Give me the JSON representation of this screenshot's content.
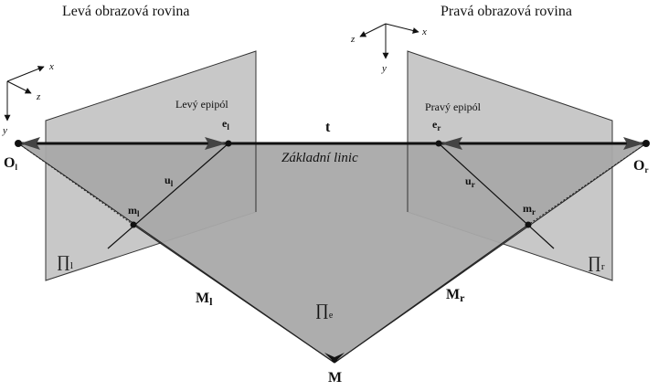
{
  "titles": {
    "left_plane": "Levá obrazová rovina",
    "right_plane": "Pravá obrazová rovina"
  },
  "labels": {
    "left_epipole_caption": "Levý epipól",
    "right_epipole_caption": "Pravý epipól",
    "baseline_vector": "t",
    "baseline_caption": "Základní linic",
    "left_center": "O",
    "left_center_sub": "l",
    "right_center": "O",
    "right_center_sub": "r",
    "left_epipole": "e",
    "left_epipole_sub": "l",
    "right_epipole": "e",
    "right_epipole_sub": "r",
    "left_u": "u",
    "left_u_sub": "l",
    "right_u": "u",
    "right_u_sub": "r",
    "left_m": "m",
    "left_m_sub": "l",
    "right_m": "m",
    "right_m_sub": "r",
    "left_plane_symbol": "∏",
    "left_plane_sub": "l",
    "right_plane_symbol": "∏",
    "right_plane_sub": "r",
    "epipolar_plane_symbol": "∏",
    "epipolar_plane_sub": "e",
    "left_ray": "M",
    "left_ray_sub": "l",
    "right_ray": "M",
    "right_ray_sub": "r",
    "world_point": "M"
  },
  "axes": {
    "left": {
      "x": "x",
      "y": "y",
      "z": "z"
    },
    "right": {
      "x": "x",
      "y": "y",
      "z": "z"
    }
  },
  "colors": {
    "image_plane": "#c8c8c8",
    "epipolar_plane": "#a9a9a9",
    "line": "#111111"
  }
}
